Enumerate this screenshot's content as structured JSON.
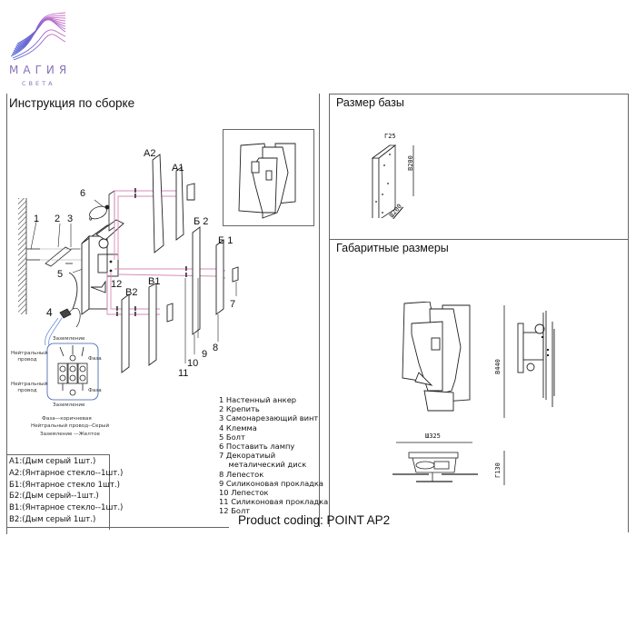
{
  "brand": {
    "name_line1": "МАГИЯ",
    "name_line2": "СВЕТА",
    "colors": {
      "wave_start": "#5a5fd6",
      "wave_end": "#c468c8",
      "text": "#8a72b8"
    }
  },
  "assembly": {
    "title": "Инструкция по сборке",
    "part_labels": {
      "a1": "А1",
      "a2": "А2",
      "b1": "Б 1",
      "b2": "Б 2",
      "v1": "В1",
      "v2": "В2",
      "n1": "1",
      "n2": "2",
      "n3": "3",
      "n4": "4",
      "n5": "5",
      "n6": "6",
      "n7": "7",
      "n8": "8",
      "n9": "9",
      "n10": "10",
      "n11": "11",
      "n12": "12"
    },
    "wiring": {
      "ground_top": "Заземление",
      "ground_bottom": "Заземление",
      "neutral_top": "Нейтральный провод",
      "neutral_bottom": "Нейтральный провод",
      "phase_top": "Фаза",
      "phase_bottom": "Фаза",
      "notes": [
        "Фаза—коричневая",
        "Нейтральный провод--Серый",
        "Заземление —Желтое"
      ]
    },
    "legend": [
      "1  Настенный анкер",
      "2  Крепить",
      "3  Самонарезающий винт",
      "4  Клемма",
      "5  Болт",
      "6 Поставить лампу",
      "7  Декоратиый",
      "    металический диск",
      "8 Лепесток",
      "9 Силиконовая прокладка",
      "10 Лепесток",
      "11 Силиконовая прокладка",
      "12 Болт"
    ],
    "variants": [
      "А1:(Дым серый 1шт.)",
      "А2:(Янтарное стекло--1шт.)",
      "Б1:(Янтарное стекло 1шт.)",
      "Б2:(Дым серый--1шт.)",
      "В1:(Янтарное стекло--1шт.)",
      "В2:(Дым серый 1шт.)"
    ]
  },
  "base_size": {
    "title": "Размер базы",
    "depth": "Г25",
    "height": "В200",
    "width": "Ш200"
  },
  "overall_size": {
    "title": "Габаритные размеры",
    "height": "В440",
    "width": "Ш325",
    "depth": "Г130"
  },
  "footer": {
    "product_coding": "Product coding: POINT AP2"
  },
  "colors": {
    "frame": "#777777",
    "connector": "#d98ab8",
    "line": "#222222"
  }
}
